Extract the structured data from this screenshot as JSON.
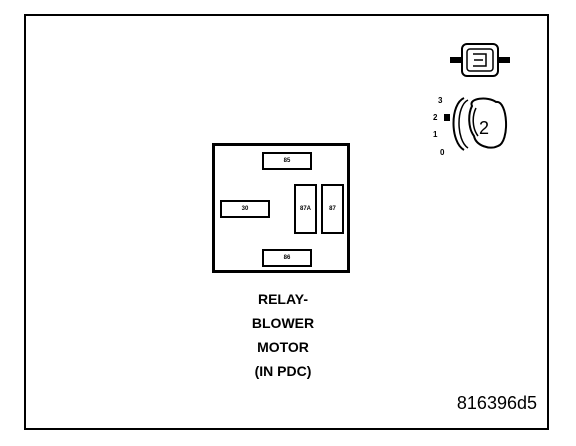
{
  "relay": {
    "pins": {
      "p85": "85",
      "p30": "30",
      "p87a": "87A",
      "p87": "87",
      "p86": "86"
    },
    "caption": [
      "RELAY-",
      "BLOWER",
      "MOTOR",
      "(IN PDC)"
    ]
  },
  "ignition": {
    "positions": [
      "3",
      "2",
      "1",
      "0"
    ],
    "key_number": "2"
  },
  "figure_id": "816396d5"
}
